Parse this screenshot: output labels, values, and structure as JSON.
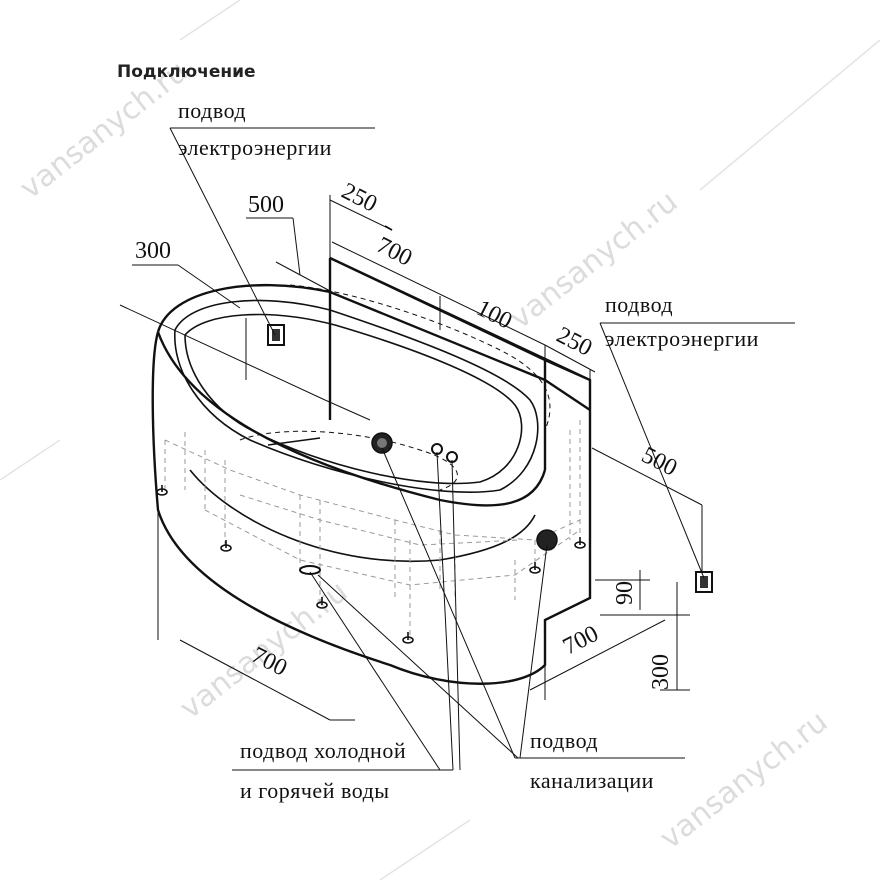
{
  "title": "Подключение",
  "watermark": "vansanych.ru",
  "labels": {
    "power_left_line1": "подвод",
    "power_left_line2": "электроэнергии",
    "power_right_line1": "подвод",
    "power_right_line2": "электроэнергии",
    "water_line1": "подвод холодной",
    "water_line2": "и горячей воды",
    "drain_line1": "подвод",
    "drain_line2": "канализации"
  },
  "dimensions": {
    "d250_top": "250",
    "d500_top": "500",
    "d300_left": "300",
    "d700_top": "700",
    "d100": "100",
    "d250_right": "250",
    "d500_right": "500",
    "d90": "90",
    "d700_right": "700",
    "d300_right": "300",
    "d700_bottom": "700"
  }
}
